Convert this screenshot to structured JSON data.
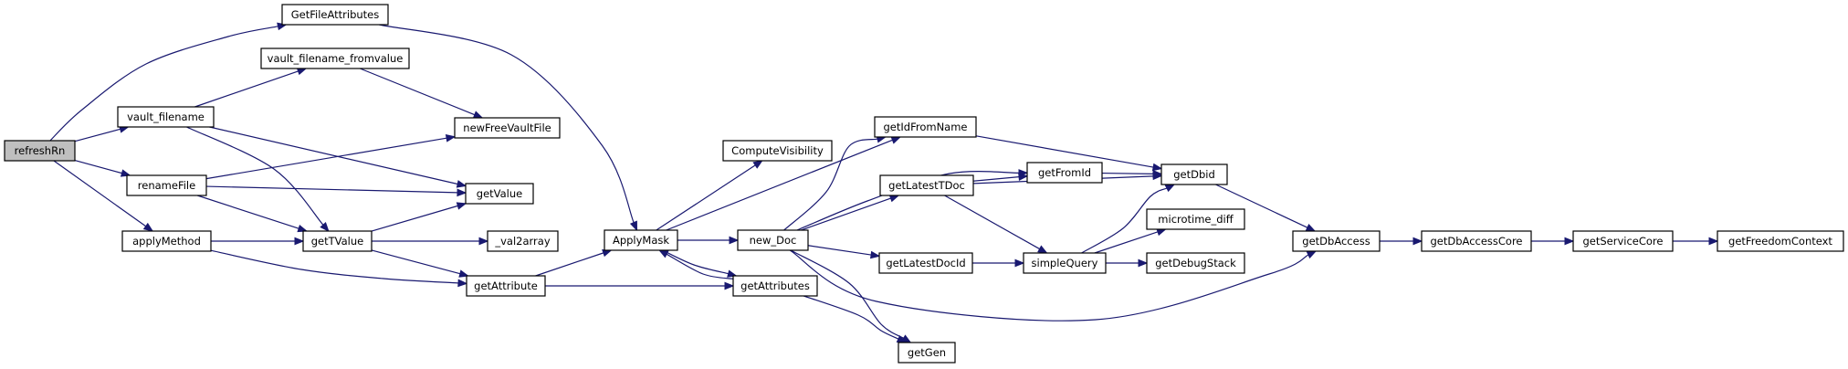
{
  "graph": {
    "edge_color": "#191970",
    "root_fill": "#bfbfbf",
    "nodes": [
      {
        "id": "refreshRn",
        "label": "refreshRn",
        "root": true
      },
      {
        "id": "GetFileAttributes",
        "label": "GetFileAttributes"
      },
      {
        "id": "vault_filename_fromvalue",
        "label": "vault_filename_fromvalue"
      },
      {
        "id": "vault_filename",
        "label": "vault_filename"
      },
      {
        "id": "renameFile",
        "label": "renameFile"
      },
      {
        "id": "applyMethod",
        "label": "applyMethod"
      },
      {
        "id": "newFreeVaultFile",
        "label": "newFreeVaultFile"
      },
      {
        "id": "getValue",
        "label": "getValue"
      },
      {
        "id": "getTValue",
        "label": "getTValue"
      },
      {
        "id": "_val2array",
        "label": "_val2array"
      },
      {
        "id": "getAttribute",
        "label": "getAttribute"
      },
      {
        "id": "ApplyMask",
        "label": "ApplyMask"
      },
      {
        "id": "ComputeVisibility",
        "label": "ComputeVisibility"
      },
      {
        "id": "getAttributes",
        "label": "getAttributes"
      },
      {
        "id": "new_Doc",
        "label": "new_Doc"
      },
      {
        "id": "getIdFromName",
        "label": "getIdFromName"
      },
      {
        "id": "getLatestTDoc",
        "label": "getLatestTDoc"
      },
      {
        "id": "getLatestDocId",
        "label": "getLatestDocId"
      },
      {
        "id": "getGen",
        "label": "getGen"
      },
      {
        "id": "getFromId",
        "label": "getFromId"
      },
      {
        "id": "simpleQuery",
        "label": "simpleQuery"
      },
      {
        "id": "getDbid",
        "label": "getDbid"
      },
      {
        "id": "microtime_diff",
        "label": "microtime_diff"
      },
      {
        "id": "getDebugStack",
        "label": "getDebugStack"
      },
      {
        "id": "getDbAccess",
        "label": "getDbAccess"
      },
      {
        "id": "getDbAccessCore",
        "label": "getDbAccessCore"
      },
      {
        "id": "getServiceCore",
        "label": "getServiceCore"
      },
      {
        "id": "getFreedomContext",
        "label": "getFreedomContext"
      }
    ],
    "edges": [
      {
        "from": "refreshRn",
        "to": "GetFileAttributes"
      },
      {
        "from": "refreshRn",
        "to": "vault_filename"
      },
      {
        "from": "refreshRn",
        "to": "renameFile"
      },
      {
        "from": "refreshRn",
        "to": "applyMethod"
      },
      {
        "from": "GetFileAttributes",
        "to": "ApplyMask"
      },
      {
        "from": "vault_filename",
        "to": "vault_filename_fromvalue"
      },
      {
        "from": "vault_filename",
        "to": "getValue"
      },
      {
        "from": "vault_filename",
        "to": "getTValue"
      },
      {
        "from": "vault_filename_fromvalue",
        "to": "newFreeVaultFile"
      },
      {
        "from": "renameFile",
        "to": "newFreeVaultFile"
      },
      {
        "from": "renameFile",
        "to": "getValue"
      },
      {
        "from": "renameFile",
        "to": "getTValue"
      },
      {
        "from": "applyMethod",
        "to": "getTValue"
      },
      {
        "from": "applyMethod",
        "to": "getAttribute"
      },
      {
        "from": "getTValue",
        "to": "getValue"
      },
      {
        "from": "getTValue",
        "to": "_val2array"
      },
      {
        "from": "getTValue",
        "to": "getAttribute"
      },
      {
        "from": "getAttribute",
        "to": "ApplyMask"
      },
      {
        "from": "getAttribute",
        "to": "getAttributes"
      },
      {
        "from": "ApplyMask",
        "to": "ComputeVisibility"
      },
      {
        "from": "ApplyMask",
        "to": "getIdFromName"
      },
      {
        "from": "ApplyMask",
        "to": "new_Doc"
      },
      {
        "from": "ApplyMask",
        "to": "getAttributes"
      },
      {
        "from": "getAttributes",
        "to": "ApplyMask"
      },
      {
        "from": "getAttributes",
        "to": "getGen"
      },
      {
        "from": "new_Doc",
        "to": "getIdFromName"
      },
      {
        "from": "new_Doc",
        "to": "getFromId"
      },
      {
        "from": "new_Doc",
        "to": "getLatestTDoc"
      },
      {
        "from": "new_Doc",
        "to": "getLatestDocId"
      },
      {
        "from": "new_Doc",
        "to": "getGen"
      },
      {
        "from": "new_Doc",
        "to": "getDbAccess"
      },
      {
        "from": "getIdFromName",
        "to": "getDbid"
      },
      {
        "from": "getLatestTDoc",
        "to": "getFromId"
      },
      {
        "from": "getLatestTDoc",
        "to": "getDbid"
      },
      {
        "from": "getLatestTDoc",
        "to": "simpleQuery"
      },
      {
        "from": "getLatestDocId",
        "to": "simpleQuery"
      },
      {
        "from": "getFromId",
        "to": "getDbid"
      },
      {
        "from": "simpleQuery",
        "to": "getDbid"
      },
      {
        "from": "simpleQuery",
        "to": "microtime_diff"
      },
      {
        "from": "simpleQuery",
        "to": "getDebugStack"
      },
      {
        "from": "getDbid",
        "to": "getDbAccess"
      },
      {
        "from": "getDbAccess",
        "to": "getDbAccessCore"
      },
      {
        "from": "getDbAccessCore",
        "to": "getServiceCore"
      },
      {
        "from": "getServiceCore",
        "to": "getFreedomContext"
      }
    ]
  }
}
